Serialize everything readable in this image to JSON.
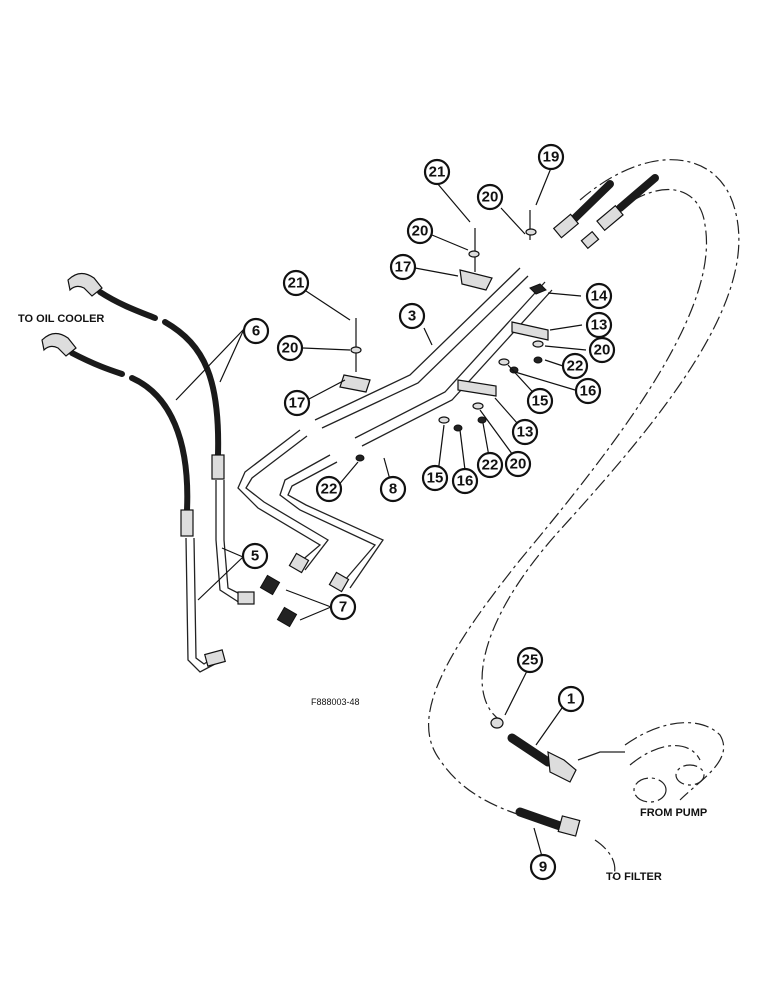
{
  "labels": {
    "to_oil_cooler": "TO OIL COOLER",
    "from_pump": "FROM PUMP",
    "to_filter": "TO FILTER",
    "figure_ref": "F888003-48"
  },
  "callouts": {
    "c1": "1",
    "c3": "3",
    "c5": "5",
    "c6": "6",
    "c7": "7",
    "c8": "8",
    "c9": "9",
    "c13a": "13",
    "c13b": "13",
    "c14": "14",
    "c15a": "15",
    "c15b": "15",
    "c16a": "16",
    "c16b": "16",
    "c17a": "17",
    "c17b": "17",
    "c19": "19",
    "c20a": "20",
    "c20b": "20",
    "c20c": "20",
    "c20d": "20",
    "c20e": "20",
    "c21a": "21",
    "c21b": "21",
    "c22a": "22",
    "c22b": "22",
    "c22c": "22",
    "c25": "25"
  }
}
